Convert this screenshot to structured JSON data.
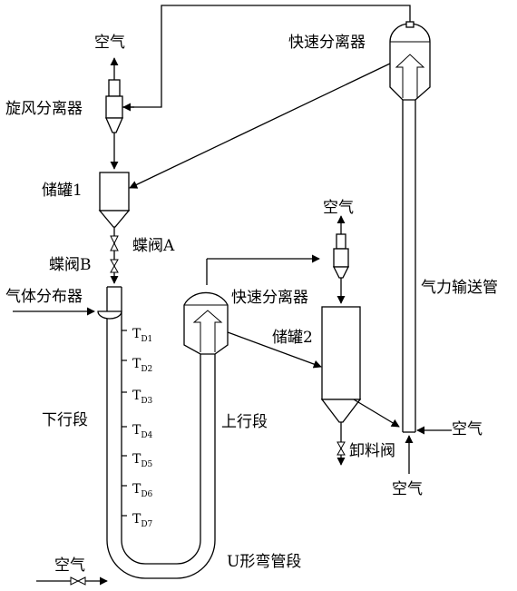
{
  "labels": {
    "air_top_left": "空气",
    "cyclone": "旋风分离器",
    "fast_sep_right": "快速分离器",
    "tank1": "储罐1",
    "butterfly_a": "蝶阀A",
    "butterfly_b": "蝶阀B",
    "gas_distributor": "气体分布器",
    "fast_sep_mid": "快速分离器",
    "air_mid": "空气",
    "tank2": "储罐2",
    "pneumatic_pipe": "气力输送管",
    "downer": "下行段",
    "riser": "上行段",
    "air_right": "空气",
    "discharge_valve": "卸料阀",
    "air_bottom_right": "空气",
    "air_bottom_left": "空气",
    "u_bend": "U形弯管段"
  },
  "sensors": [
    {
      "main": "T",
      "sub": "D1"
    },
    {
      "main": "T",
      "sub": "D2"
    },
    {
      "main": "T",
      "sub": "D3"
    },
    {
      "main": "T",
      "sub": "D4"
    },
    {
      "main": "T",
      "sub": "D5"
    },
    {
      "main": "T",
      "sub": "D6"
    },
    {
      "main": "T",
      "sub": "D7"
    }
  ]
}
